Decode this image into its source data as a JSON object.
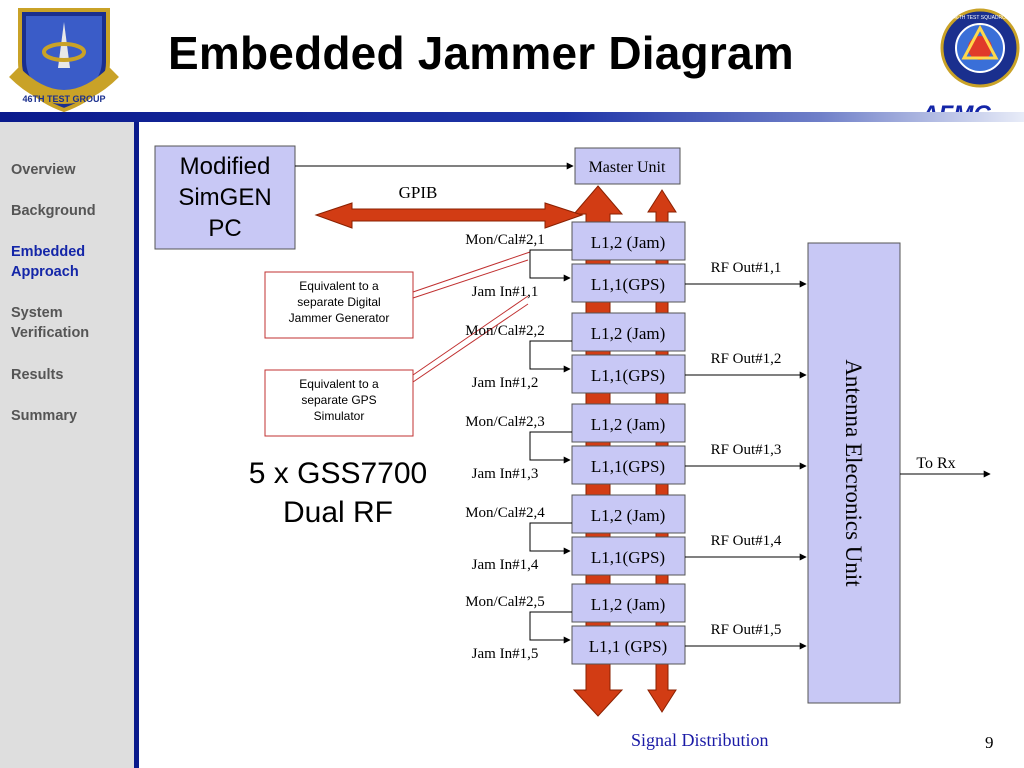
{
  "slide": {
    "title": "Embedded Jammer Diagram",
    "page_number": "9",
    "caption": "Signal Distribution",
    "logo_left_text": "46TH TEST GROUP",
    "logo_right_text": "746TH TEST SQUADRON",
    "afmc_text": "AFMC"
  },
  "sidebar": {
    "items": [
      {
        "label": "Overview",
        "active": false
      },
      {
        "label": "Background",
        "active": false
      },
      {
        "label": "Embedded Approach",
        "active": true
      },
      {
        "label": "System Verification",
        "active": false
      },
      {
        "label": "Results",
        "active": false
      },
      {
        "label": "Summary",
        "active": false
      }
    ]
  },
  "diagram": {
    "pc": [
      "Modified",
      "SimGEN",
      "PC"
    ],
    "gpib": "GPIB",
    "master_unit": "Master Unit",
    "callout_digital": [
      "Equivalent to a",
      "separate Digital",
      "Jammer Generator"
    ],
    "callout_gps": [
      "Equivalent to a",
      "separate GPS",
      "Simulator"
    ],
    "gss": [
      "5 x GSS7700",
      "Dual RF"
    ],
    "aeu": "Antenna Elecronics Unit",
    "to_rx": "To Rx",
    "channels": [
      {
        "jam": "L1,2 (Jam)",
        "gps": "L1,1(GPS)",
        "mon": "Mon/Cal#2,1",
        "jamin": "Jam In#1,1",
        "rfout": "RF Out#1,1"
      },
      {
        "jam": "L1,2 (Jam)",
        "gps": "L1,1(GPS)",
        "mon": "Mon/Cal#2,2",
        "jamin": "Jam In#1,2",
        "rfout": "RF Out#1,2"
      },
      {
        "jam": "L1,2 (Jam)",
        "gps": "L1,1(GPS)",
        "mon": "Mon/Cal#2,3",
        "jamin": "Jam In#1,3",
        "rfout": "RF Out#1,3"
      },
      {
        "jam": "L1,2 (Jam)",
        "gps": "L1,1(GPS)",
        "mon": "Mon/Cal#2,4",
        "jamin": "Jam In#1,4",
        "rfout": "RF Out#1,4"
      },
      {
        "jam": "L1,2 (Jam)",
        "gps": "L1,1 (GPS)",
        "mon": "Mon/Cal#2,5",
        "jamin": "Jam In#1,5",
        "rfout": "RF Out#1,5"
      }
    ]
  },
  "colors": {
    "box_fill": "#c8c8f5",
    "arrow_red": "#d23c14",
    "nav_blue": "#1426a8",
    "bar_blue": "#0a1a8c"
  }
}
